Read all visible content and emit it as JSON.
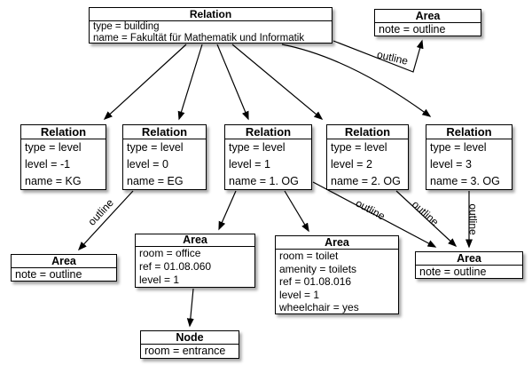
{
  "diagram": {
    "background_color": "#ffffff",
    "line_color": "#000000",
    "nodes": [
      {
        "id": "relation-building",
        "title": "Relation",
        "rows": [
          "type = building",
          "name = Fakultät für Mathematik und Informatik"
        ]
      },
      {
        "id": "area-building-outline",
        "title": "Area",
        "rows": [
          "note = outline"
        ]
      },
      {
        "id": "relation-level-kg",
        "title": "Relation",
        "rows": [
          "type = level",
          "level = -1",
          "name = KG"
        ]
      },
      {
        "id": "relation-level-eg",
        "title": "Relation",
        "rows": [
          "type = level",
          "level = 0",
          "name = EG"
        ]
      },
      {
        "id": "relation-level-1og",
        "title": "Relation",
        "rows": [
          "type = level",
          "level = 1",
          "name = 1. OG"
        ]
      },
      {
        "id": "relation-level-2og",
        "title": "Relation",
        "rows": [
          "type = level",
          "level = 2",
          "name = 2. OG"
        ]
      },
      {
        "id": "relation-level-3og",
        "title": "Relation",
        "rows": [
          "type = level",
          "level = 3",
          "name = 3. OG"
        ]
      },
      {
        "id": "area-eg-outline",
        "title": "Area",
        "rows": [
          "note = outline"
        ]
      },
      {
        "id": "area-office",
        "title": "Area",
        "rows": [
          "room = office",
          "ref = 01.08.060",
          "level = 1"
        ]
      },
      {
        "id": "area-toilet",
        "title": "Area",
        "rows": [
          "room = toilet",
          "amenity = toilets",
          "ref = 01.08.016",
          "level = 1",
          "wheelchair = yes"
        ]
      },
      {
        "id": "area-levels-outline",
        "title": "Area",
        "rows": [
          "note = outline"
        ]
      },
      {
        "id": "node-entrance",
        "title": "Node",
        "rows": [
          "room = entrance"
        ]
      }
    ],
    "edge_labels": [
      {
        "text": "outline"
      },
      {
        "text": "outline"
      },
      {
        "text": "outline"
      },
      {
        "text": "outline"
      },
      {
        "text": "outline"
      }
    ]
  }
}
